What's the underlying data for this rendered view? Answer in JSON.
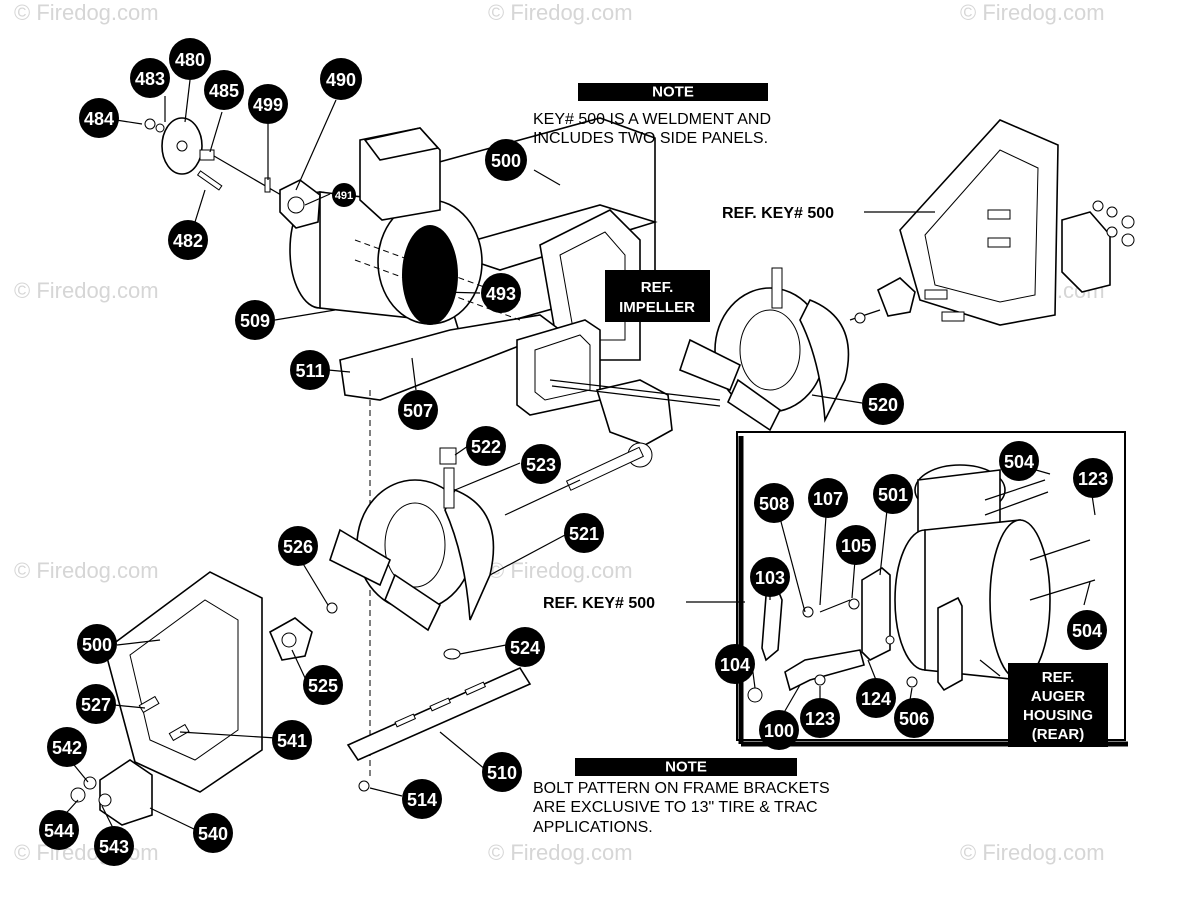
{
  "watermark": "© Firedog.com",
  "notes": [
    {
      "id": "note-top",
      "heading": "NOTE",
      "lines": [
        "KEY# 500 IS A WELDMENT AND",
        "INCLUDES TWO SIDE PANELS."
      ]
    },
    {
      "id": "note-bottom",
      "heading": "NOTE",
      "lines": [
        "BOLT PATTERN ON FRAME BRACKETS",
        "ARE EXCLUSIVE TO 13\" TIRE & TRAC",
        "APPLICATIONS."
      ]
    }
  ],
  "references": {
    "ref_key_right": "REF. KEY# 500",
    "ref_key_mid": "REF. KEY# 500",
    "ref_impeller": [
      "REF.",
      "IMPELLER"
    ],
    "ref_auger_housing": [
      "REF.",
      "AUGER",
      "HOUSING",
      "(REAR)"
    ]
  },
  "callouts": [
    "480",
    "483",
    "484",
    "485",
    "482",
    "499",
    "490",
    "491",
    "500",
    "493",
    "509",
    "511",
    "507",
    "522",
    "523",
    "520",
    "521",
    "526",
    "524",
    "525",
    "500",
    "527",
    "541",
    "542",
    "544",
    "543",
    "540",
    "510",
    "514",
    "504",
    "123",
    "508",
    "107",
    "501",
    "105",
    "103",
    "104",
    "100",
    "123",
    "124",
    "506",
    "504"
  ],
  "colors": {
    "callout_fill": "#000000",
    "callout_text": "#ffffff",
    "line": "#000000",
    "watermark": "#d6d6d6"
  }
}
